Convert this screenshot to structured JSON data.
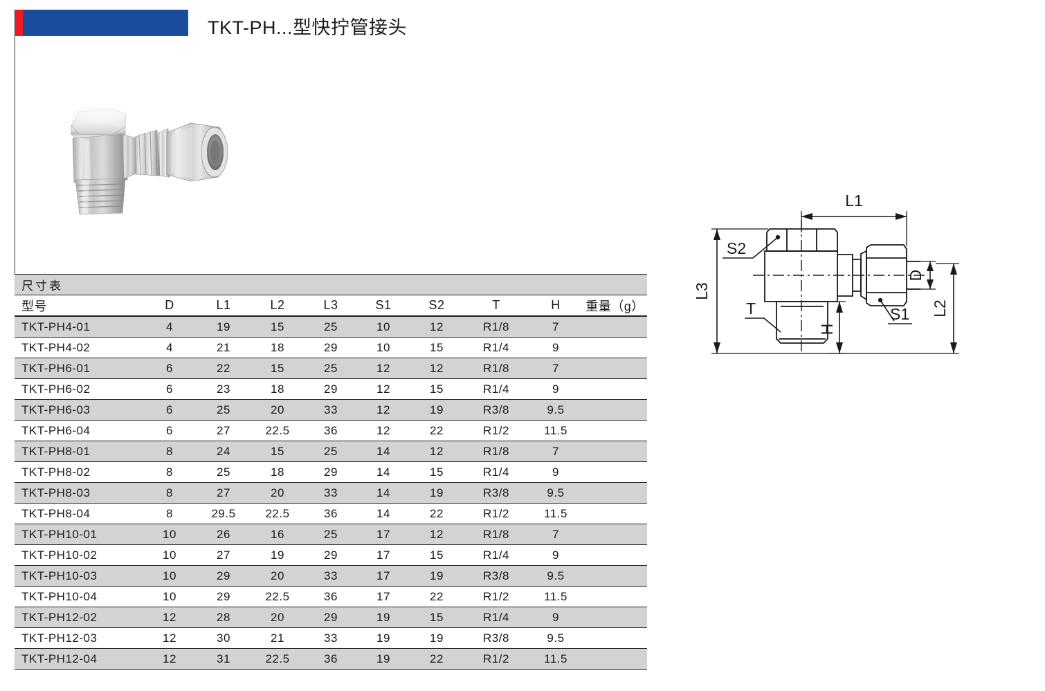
{
  "header": {
    "title": "TKT-PH...型快拧管接头",
    "band_red_color": "#ED1C24",
    "band_blue_color": "#1B4C9C"
  },
  "product_photo": {
    "alt": "chrome-elbow-compression-fitting"
  },
  "table": {
    "caption": "尺寸表",
    "columns": [
      "型号",
      "D",
      "L1",
      "L2",
      "L3",
      "S1",
      "S2",
      "T",
      "H",
      "重量（g）"
    ],
    "row_shade_color": "#D3D3D3",
    "rows": [
      {
        "model": "TKT-PH4-01",
        "D": "4",
        "L1": "19",
        "L2": "15",
        "L3": "25",
        "S1": "10",
        "S2": "12",
        "T": "R1/8",
        "H": "7",
        "weight": ""
      },
      {
        "model": "TKT-PH4-02",
        "D": "4",
        "L1": "21",
        "L2": "18",
        "L3": "29",
        "S1": "10",
        "S2": "15",
        "T": "R1/4",
        "H": "9",
        "weight": ""
      },
      {
        "model": "TKT-PH6-01",
        "D": "6",
        "L1": "22",
        "L2": "15",
        "L3": "25",
        "S1": "12",
        "S2": "12",
        "T": "R1/8",
        "H": "7",
        "weight": ""
      },
      {
        "model": "TKT-PH6-02",
        "D": "6",
        "L1": "23",
        "L2": "18",
        "L3": "29",
        "S1": "12",
        "S2": "15",
        "T": "R1/4",
        "H": "9",
        "weight": ""
      },
      {
        "model": "TKT-PH6-03",
        "D": "6",
        "L1": "25",
        "L2": "20",
        "L3": "33",
        "S1": "12",
        "S2": "19",
        "T": "R3/8",
        "H": "9.5",
        "weight": ""
      },
      {
        "model": "TKT-PH6-04",
        "D": "6",
        "L1": "27",
        "L2": "22.5",
        "L3": "36",
        "S1": "12",
        "S2": "22",
        "T": "R1/2",
        "H": "11.5",
        "weight": ""
      },
      {
        "model": "TKT-PH8-01",
        "D": "8",
        "L1": "24",
        "L2": "15",
        "L3": "25",
        "S1": "14",
        "S2": "12",
        "T": "R1/8",
        "H": "7",
        "weight": ""
      },
      {
        "model": "TKT-PH8-02",
        "D": "8",
        "L1": "25",
        "L2": "18",
        "L3": "29",
        "S1": "14",
        "S2": "15",
        "T": "R1/4",
        "H": "9",
        "weight": ""
      },
      {
        "model": "TKT-PH8-03",
        "D": "8",
        "L1": "27",
        "L2": "20",
        "L3": "33",
        "S1": "14",
        "S2": "19",
        "T": "R3/8",
        "H": "9.5",
        "weight": ""
      },
      {
        "model": "TKT-PH8-04",
        "D": "8",
        "L1": "29.5",
        "L2": "22.5",
        "L3": "36",
        "S1": "14",
        "S2": "22",
        "T": "R1/2",
        "H": "11.5",
        "weight": ""
      },
      {
        "model": "TKT-PH10-01",
        "D": "10",
        "L1": "26",
        "L2": "16",
        "L3": "25",
        "S1": "17",
        "S2": "12",
        "T": "R1/8",
        "H": "7",
        "weight": ""
      },
      {
        "model": "TKT-PH10-02",
        "D": "10",
        "L1": "27",
        "L2": "19",
        "L3": "29",
        "S1": "17",
        "S2": "15",
        "T": "R1/4",
        "H": "9",
        "weight": ""
      },
      {
        "model": "TKT-PH10-03",
        "D": "10",
        "L1": "29",
        "L2": "20",
        "L3": "33",
        "S1": "17",
        "S2": "19",
        "T": "R3/8",
        "H": "9.5",
        "weight": ""
      },
      {
        "model": "TKT-PH10-04",
        "D": "10",
        "L1": "29",
        "L2": "22.5",
        "L3": "36",
        "S1": "17",
        "S2": "22",
        "T": "R1/2",
        "H": "11.5",
        "weight": ""
      },
      {
        "model": "TKT-PH12-02",
        "D": "12",
        "L1": "28",
        "L2": "20",
        "L3": "29",
        "S1": "19",
        "S2": "15",
        "T": "R1/4",
        "H": "9",
        "weight": ""
      },
      {
        "model": "TKT-PH12-03",
        "D": "12",
        "L1": "30",
        "L2": "21",
        "L3": "33",
        "S1": "19",
        "S2": "19",
        "T": "R3/8",
        "H": "9.5",
        "weight": ""
      },
      {
        "model": "TKT-PH12-04",
        "D": "12",
        "L1": "31",
        "L2": "22.5",
        "L3": "36",
        "S1": "19",
        "S2": "22",
        "T": "R1/2",
        "H": "11.5",
        "weight": ""
      }
    ]
  },
  "drawing": {
    "labels": {
      "l1": "L1",
      "l2": "L2",
      "l3": "L3",
      "d": "D",
      "h": "H",
      "s1": "S1",
      "s2": "S2",
      "t": "T"
    }
  }
}
